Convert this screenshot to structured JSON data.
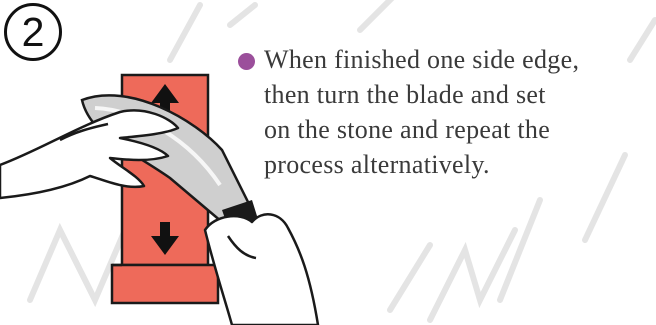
{
  "step": {
    "number": "2"
  },
  "instruction": {
    "lines": [
      "When finished one side edge,",
      "then turn the blade and set",
      "on the stone and repeat the",
      "process alternatively."
    ]
  },
  "colors": {
    "bullet": "#9b4f9b",
    "stone": "#ee6a5a",
    "stone_outline": "#1a1a1a",
    "arrow": "#111111",
    "watermark": "#d9d9d9"
  },
  "icons": {
    "step_marker": "circled-digit-two",
    "arrow_up": "arrow-up-icon",
    "arrow_down": "arrow-down-icon",
    "bullet": "filled-circle"
  }
}
